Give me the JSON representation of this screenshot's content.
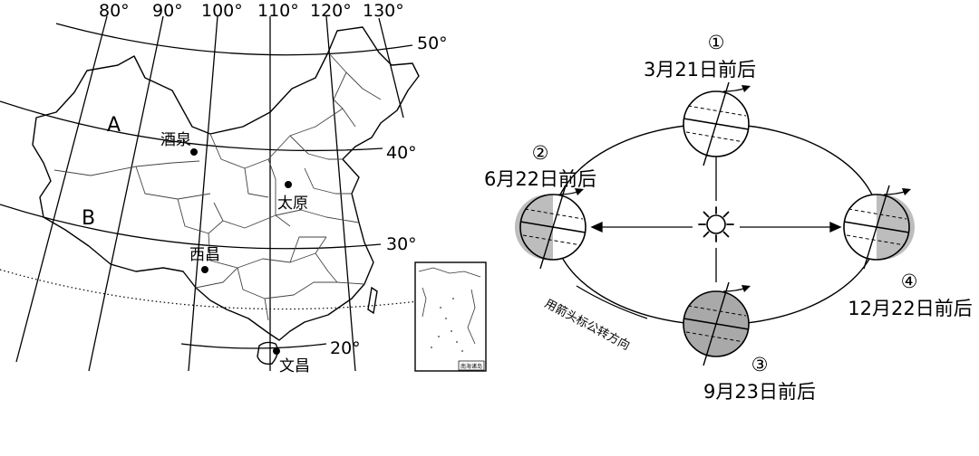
{
  "map": {
    "longitudes": [
      "80°",
      "90°",
      "100°",
      "110°",
      "120°",
      "130°"
    ],
    "latitudes": [
      "50°",
      "40°",
      "30°",
      "20°"
    ],
    "regions": [
      "A",
      "B"
    ],
    "cities": [
      "酒泉",
      "太原",
      "西昌",
      "文昌"
    ],
    "inset_caption": "南海诸岛"
  },
  "orbit": {
    "positions": [
      {
        "marker": "①",
        "date": "3月21日前后"
      },
      {
        "marker": "②",
        "date": "6月22日前后"
      },
      {
        "marker": "③",
        "date": "9月23日前后"
      },
      {
        "marker": "④",
        "date": "12月22日前后"
      }
    ],
    "instruction": "用箭头标公转方向"
  }
}
